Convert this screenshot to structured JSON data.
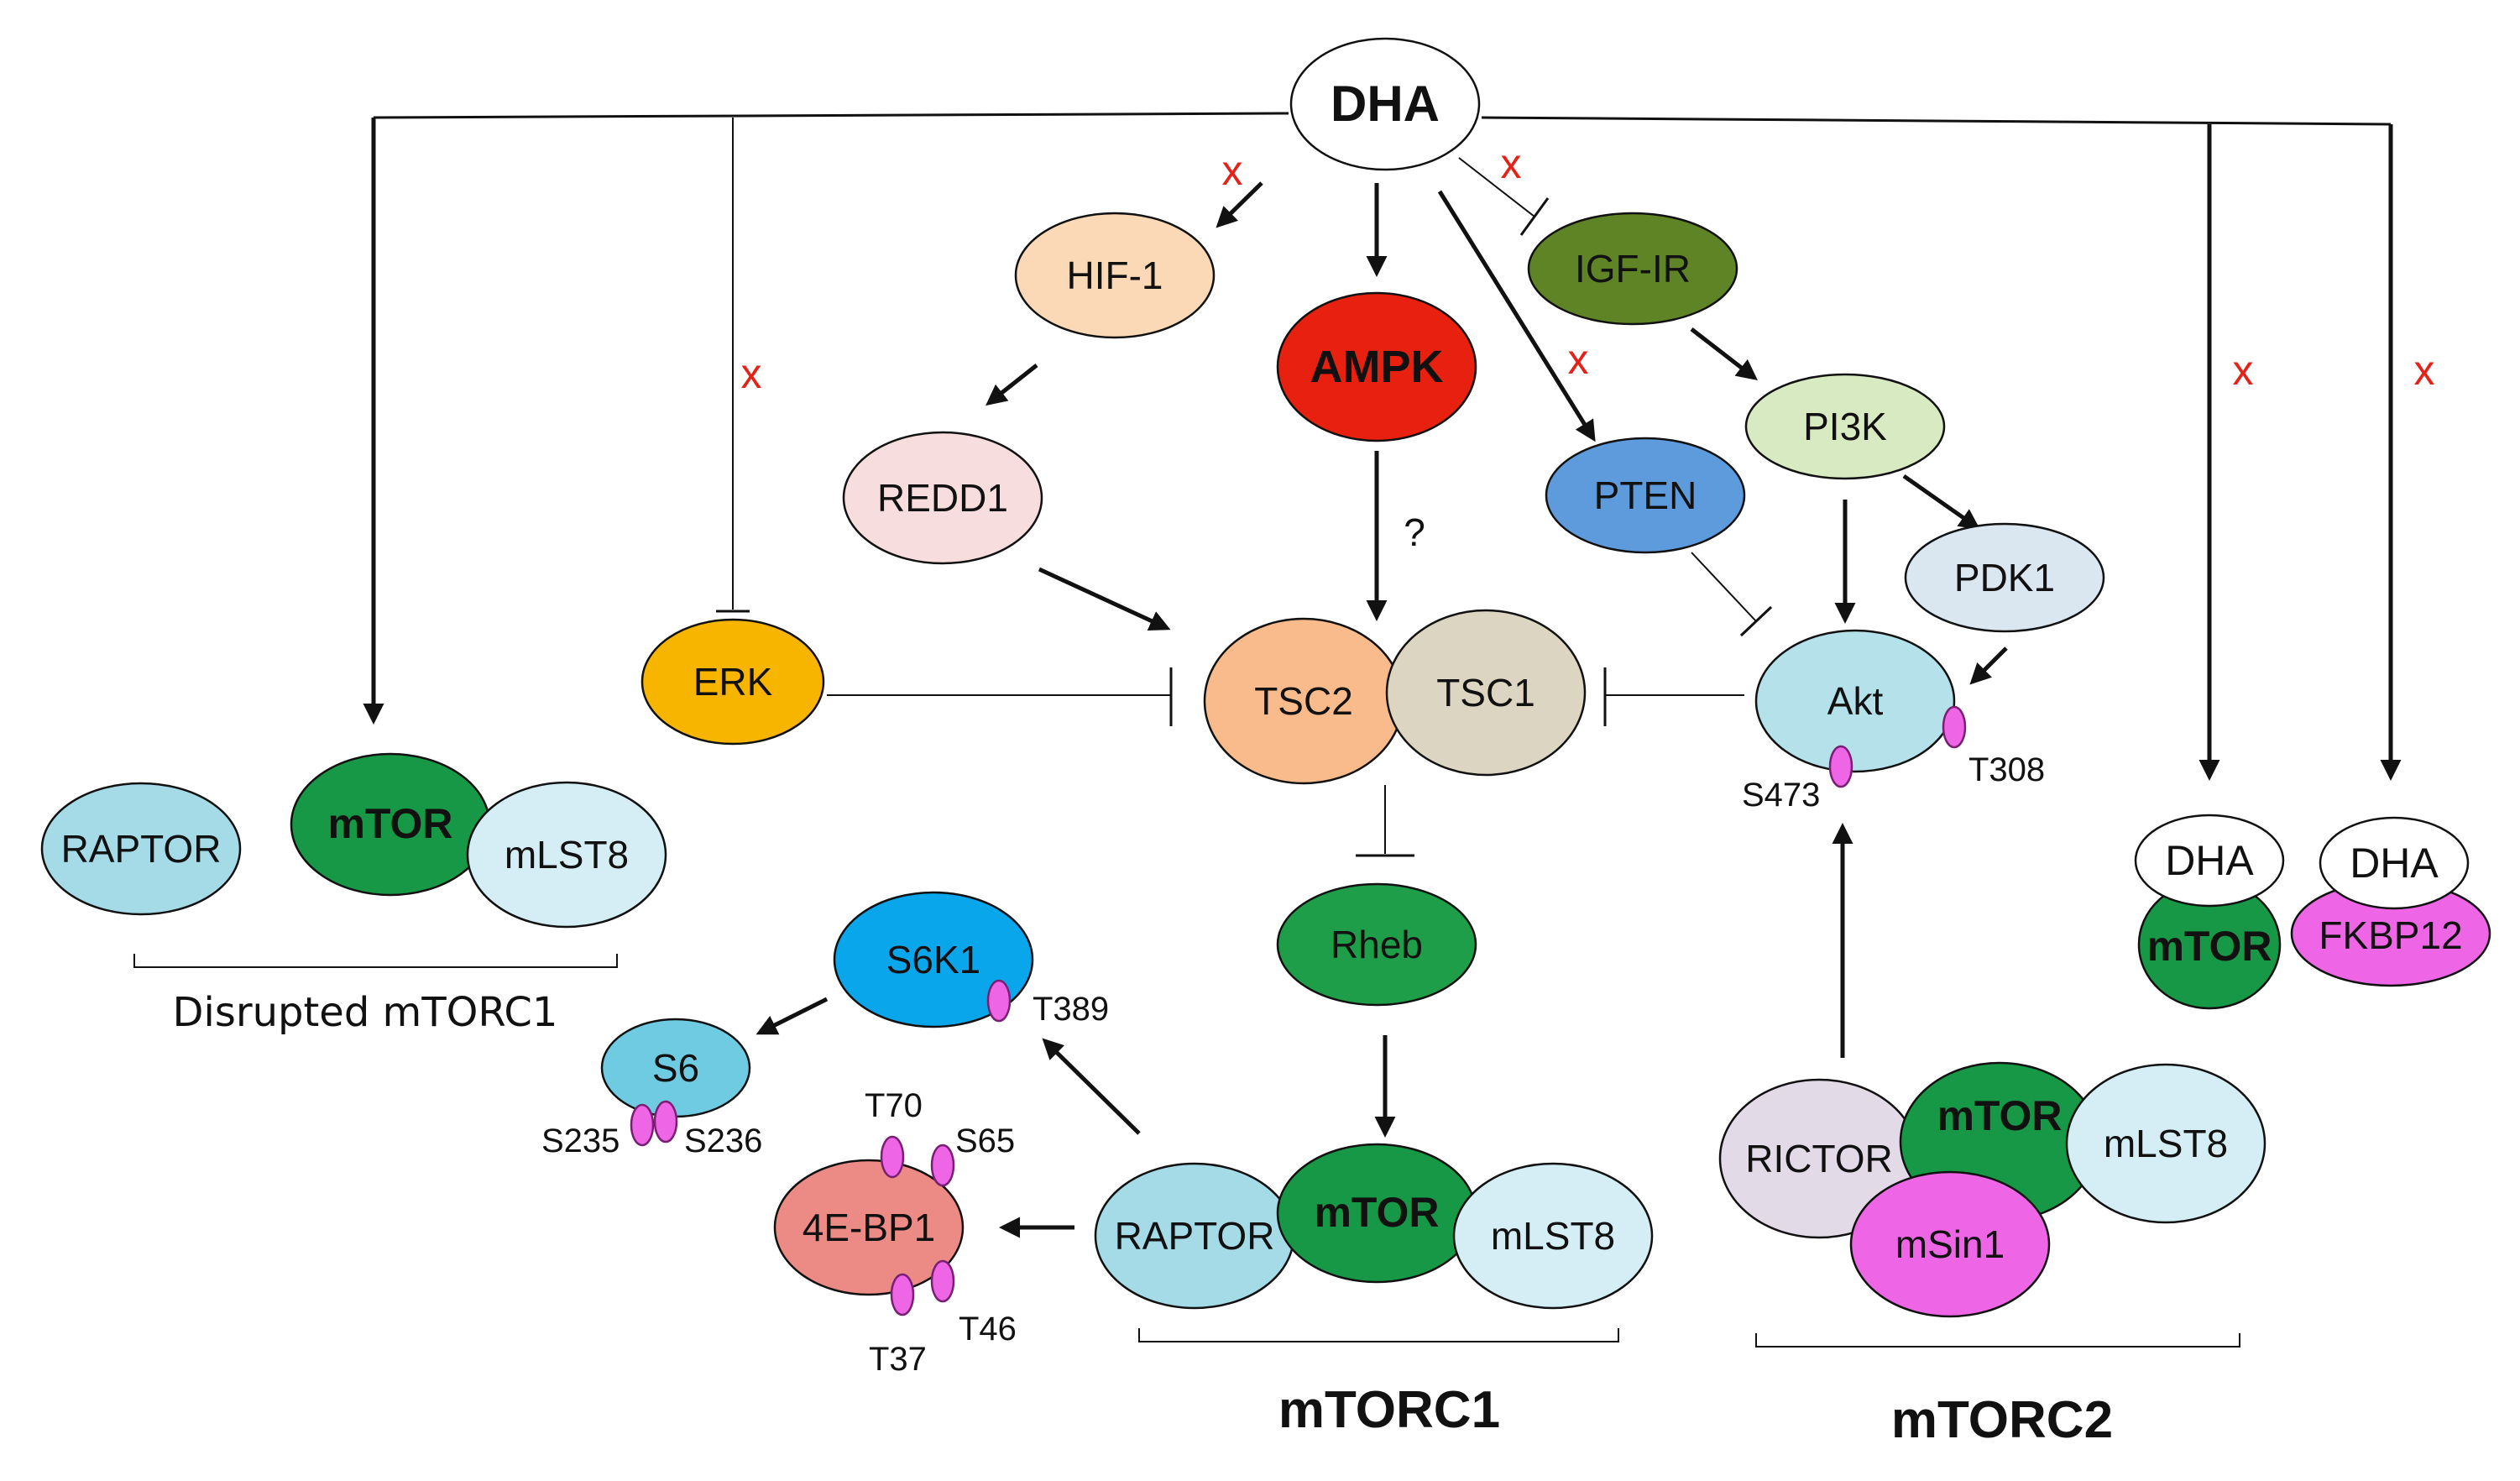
{
  "nodes": {
    "dha": "DHA",
    "hif1": "HIF-1",
    "ampk": "AMPK",
    "igf_ir": "IGF-IR",
    "redd1": "REDD1",
    "pi3k": "PI3K",
    "pten": "PTEN",
    "pdk1": "PDK1",
    "erk": "ERK",
    "tsc2": "TSC2",
    "tsc1": "TSC1",
    "akt": "Akt",
    "rheb": "Rheb",
    "s6k1": "S6K1",
    "s6": "S6",
    "four_ebp1": "4E-BP1"
  },
  "markers": {
    "inhibited": "x",
    "unknown": "?"
  },
  "sites": {
    "akt": [
      "S473",
      "T308"
    ],
    "s6k1": [
      "T389"
    ],
    "s6": [
      "S235",
      "S236"
    ],
    "four_ebp1": [
      "T70",
      "S65",
      "T37",
      "T46"
    ]
  },
  "complexes": {
    "disrupted_mtorc1": {
      "caption": "Disrupted mTORC1",
      "members": [
        "RAPTOR",
        "mTOR",
        "mLST8"
      ]
    },
    "mtorc1": {
      "caption": "mTORC1",
      "members": [
        "RAPTOR",
        "mTOR",
        "mLST8"
      ]
    },
    "mtorc2": {
      "caption": "mTORC2",
      "members": [
        "RICTOR",
        "mTOR",
        "mLST8",
        "mSin1"
      ]
    },
    "dha_mtor": [
      "DHA",
      "mTOR"
    ],
    "dha_fkbp12": [
      "DHA",
      "FKBP12"
    ]
  },
  "colors": {
    "hif1": "#fcd9b6",
    "ampk": "#e8200f",
    "igf_ir": "#5e8426",
    "redd1": "#f7dddd",
    "pi3k": "#d7eac2",
    "pten": "#5d9bdd",
    "pdk1": "#dae6f0",
    "erk": "#f7b500",
    "tsc2": "#f9bb8c",
    "tsc1": "#dcd5c2",
    "akt": "#b5e1ea",
    "rheb": "#1e9e49",
    "mtor": "#179846",
    "raptor": "#a5dbe6",
    "mlst8": "#d5eef5",
    "s6k1": "#0aa6ec",
    "s6": "#6fcbe1",
    "four_ebp1": "#ec8a86",
    "rictor": "#e3dae8",
    "msin1": "#ee66e6",
    "fkbp12": "#ee66e6",
    "site": "#ee66e6",
    "inhibition_mark": "#e2231a"
  }
}
